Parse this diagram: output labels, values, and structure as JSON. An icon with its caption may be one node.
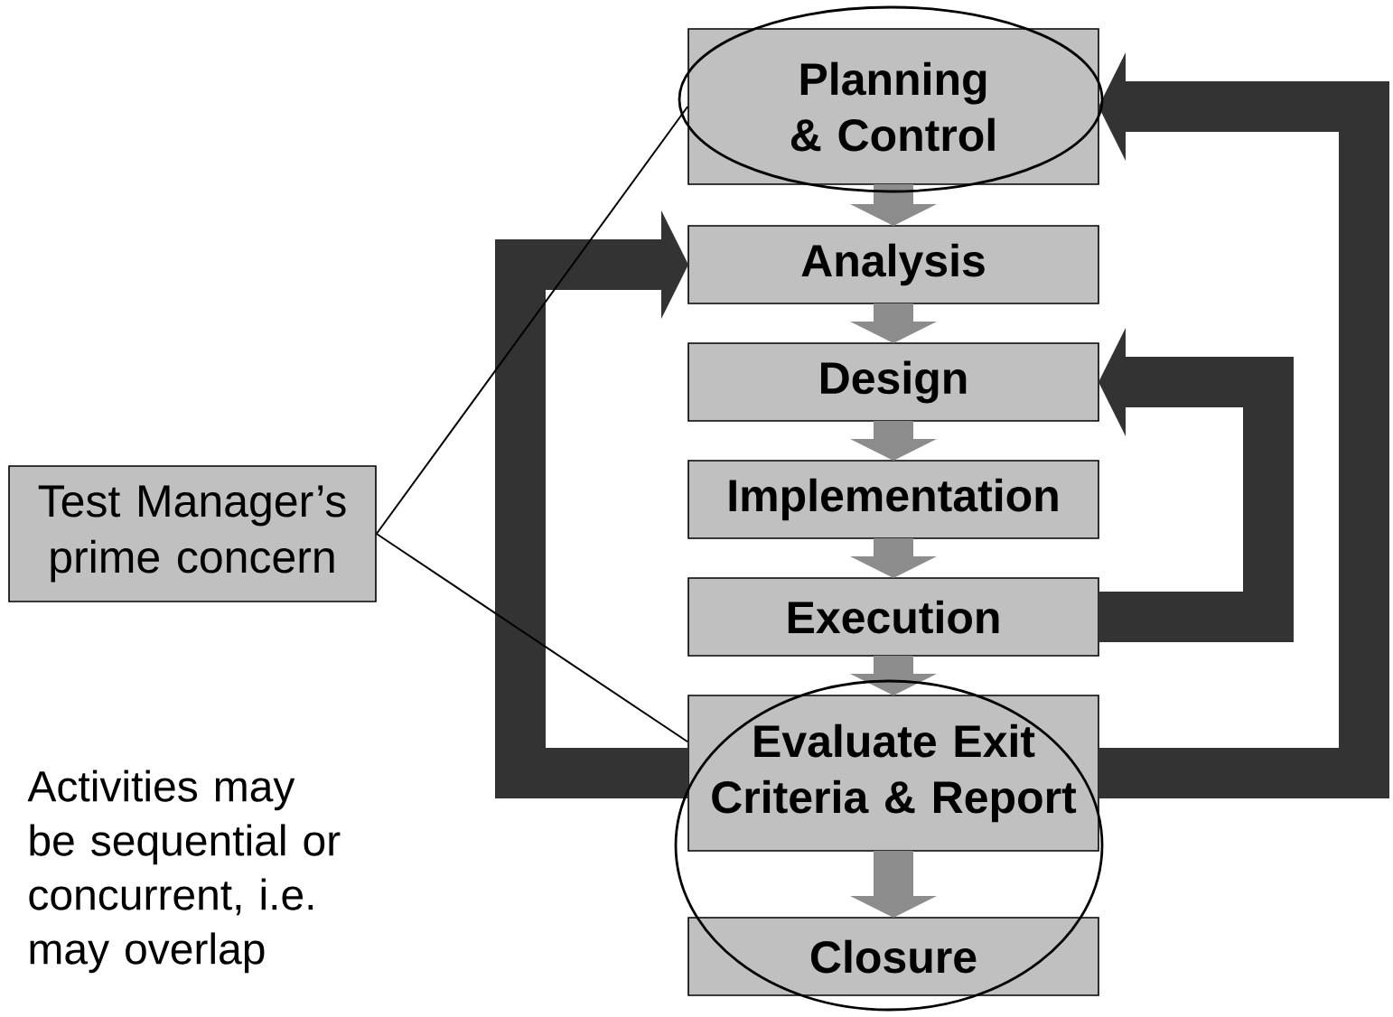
{
  "diagram": {
    "nodes": [
      {
        "text": [
          "Planning & Control"
        ]
      },
      {
        "text": [
          "Analysis"
        ]
      },
      {
        "text": [
          "Design"
        ]
      },
      {
        "text": [
          "Implementation"
        ]
      },
      {
        "text": [
          "Execution"
        ]
      },
      {
        "text": [
          "Evaluate Exit Criteria & Report"
        ]
      },
      {
        "text": [
          "Closure"
        ]
      },
      {
        "text": [
          "Test Manager’s prime concern"
        ]
      }
    ],
    "edges": [
      {
        "from": 0,
        "to": 1,
        "arrow": "to"
      },
      {
        "from": 1,
        "to": 2,
        "arrow": "to"
      },
      {
        "from": 2,
        "to": 3,
        "arrow": "to"
      },
      {
        "from": 3,
        "to": 4,
        "arrow": "to"
      },
      {
        "from": 4,
        "to": 5,
        "arrow": "to"
      },
      {
        "from": 5,
        "to": 6,
        "arrow": "to"
      },
      {
        "from": 5,
        "to": 0,
        "arrow": "to",
        "color": "#333333"
      },
      {
        "from": 5,
        "to": 1,
        "arrow": "to",
        "color": "#333333"
      },
      {
        "from": 4,
        "to": 2,
        "arrow": "to",
        "color": "#333333"
      },
      {
        "from": 7,
        "to": 0,
        "arrow": "none",
        "color": "#000000"
      },
      {
        "from": 7,
        "to": 5,
        "arrow": "none",
        "color": "#000000"
      }
    ],
    "labels": [
      "Activities may be sequential or concurrent, i.e. may overlap"
    ]
  }
}
